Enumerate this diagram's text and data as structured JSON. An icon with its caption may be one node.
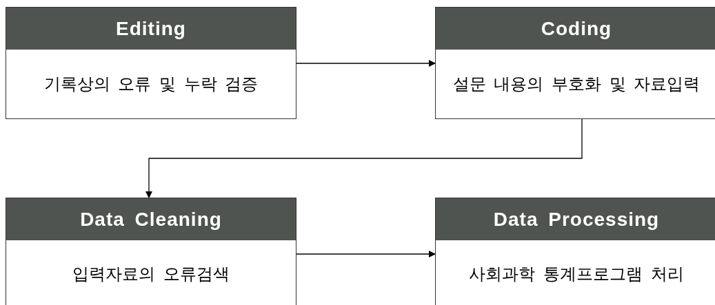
{
  "diagram": {
    "nodes": [
      {
        "text": [
          "Editing",
          "기록상의 오류 및 누락 검증"
        ]
      },
      {
        "text": [
          "Coding",
          "설문 내용의 부호화 및 자료입력"
        ]
      },
      {
        "text": [
          "Data Cleaning",
          "입력자료의 오류검색"
        ]
      },
      {
        "text": [
          "Data Processing",
          "사회과학 통계프로그램 처리"
        ]
      }
    ],
    "edges": [
      {
        "from": 0,
        "to": 1,
        "arrow": "to"
      },
      {
        "from": 1,
        "to": 2,
        "arrow": "to"
      },
      {
        "from": 2,
        "to": 3,
        "arrow": "to"
      }
    ]
  }
}
